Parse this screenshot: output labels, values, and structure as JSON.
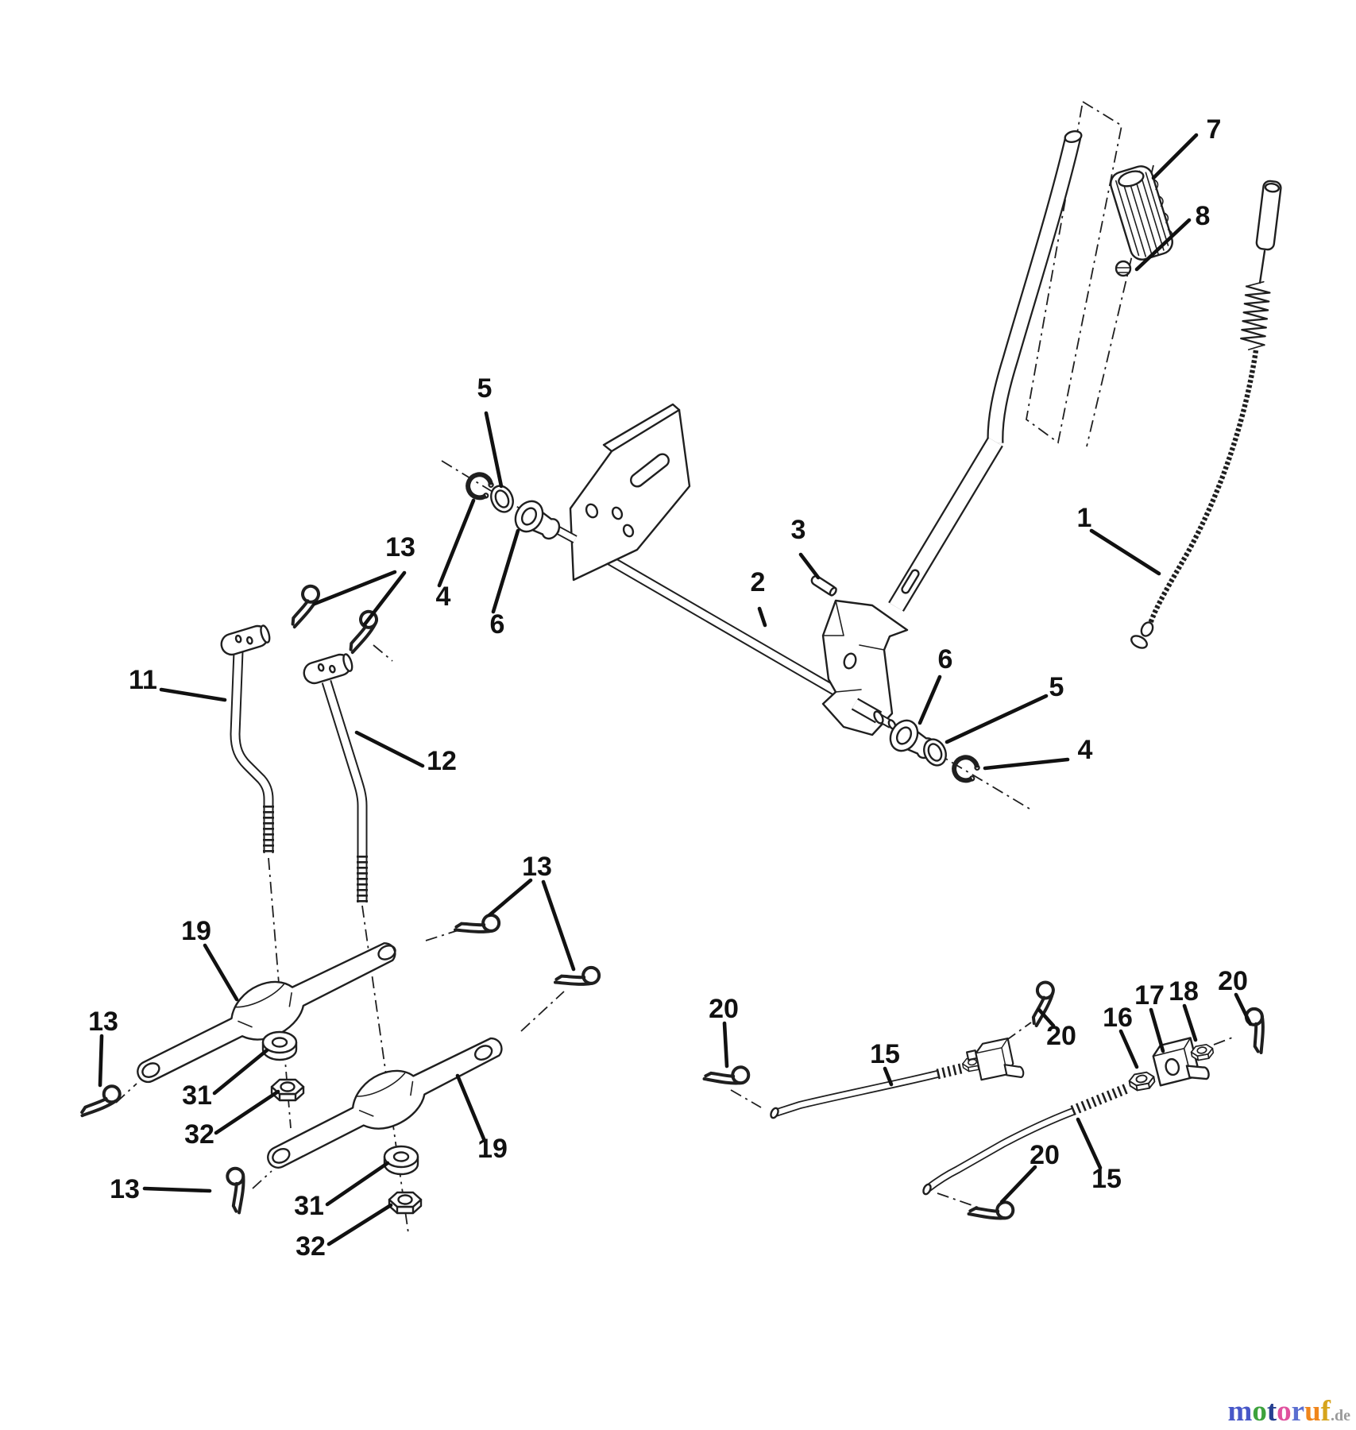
{
  "diagram": {
    "callouts": [
      "7",
      "8",
      "1",
      "5",
      "13",
      "4",
      "6",
      "3",
      "2",
      "11",
      "12",
      "6",
      "5",
      "4",
      "13",
      "19",
      "13",
      "31",
      "32",
      "13",
      "31",
      "32",
      "19",
      "20",
      "15",
      "20",
      "16",
      "17",
      "18",
      "20",
      "20",
      "15"
    ]
  },
  "watermark": {
    "word": "motoruf",
    "suffix": ".de",
    "letters": [
      {
        "char": "m",
        "color": "#4757c8"
      },
      {
        "char": "o",
        "color": "#3da23d"
      },
      {
        "char": "t",
        "color": "#274091"
      },
      {
        "char": "o",
        "color": "#e0519e"
      },
      {
        "char": "r",
        "color": "#5b6ed0"
      },
      {
        "char": "u",
        "color": "#f0861c"
      },
      {
        "char": "f",
        "color": "#d6a41c"
      }
    ],
    "suffix_color": "#9a9a9a"
  },
  "colors": {
    "background": "#ffffff",
    "line": "#1f1f1f",
    "label": "#111111"
  }
}
